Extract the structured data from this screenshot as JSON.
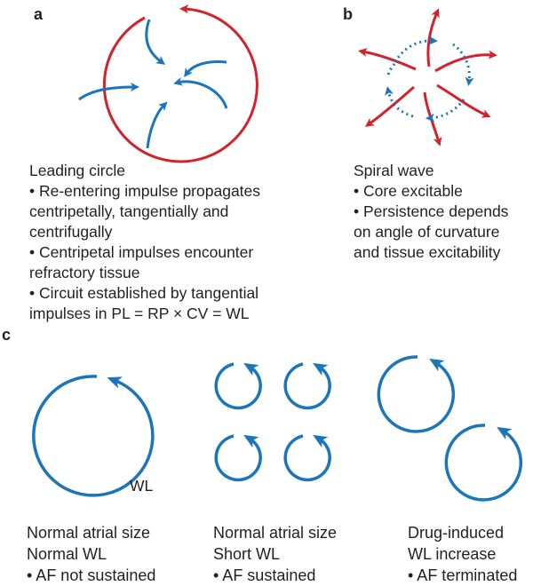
{
  "colors": {
    "red": "#d2232a",
    "blue": "#1b75bb",
    "text": "#231f20"
  },
  "panel_a": {
    "letter": "a",
    "lines": [
      "Leading circle",
      "• Re-entering impulse propagates",
      "centripetally, tangentially and",
      "centrifugally",
      "• Centripetal impulses encounter",
      "refractory tissue",
      "• Circuit established by tangential",
      "impulses in PL = RP × CV = WL"
    ]
  },
  "panel_b": {
    "letter": "b",
    "lines": [
      "Spiral wave",
      "• Core excitable",
      "• Persistence depends",
      "on angle of curvature",
      "and tissue excitability"
    ]
  },
  "panel_c": {
    "letter": "c",
    "circle_label": "WL",
    "columns": [
      {
        "lines": [
          "Normal atrial size",
          "Normal WL",
          "• AF not sustained"
        ]
      },
      {
        "lines": [
          "Normal atrial size",
          "Short WL",
          "• AF sustained"
        ]
      },
      {
        "lines": [
          "Drug-induced",
          "WL increase",
          "• AF terminated"
        ]
      }
    ]
  }
}
